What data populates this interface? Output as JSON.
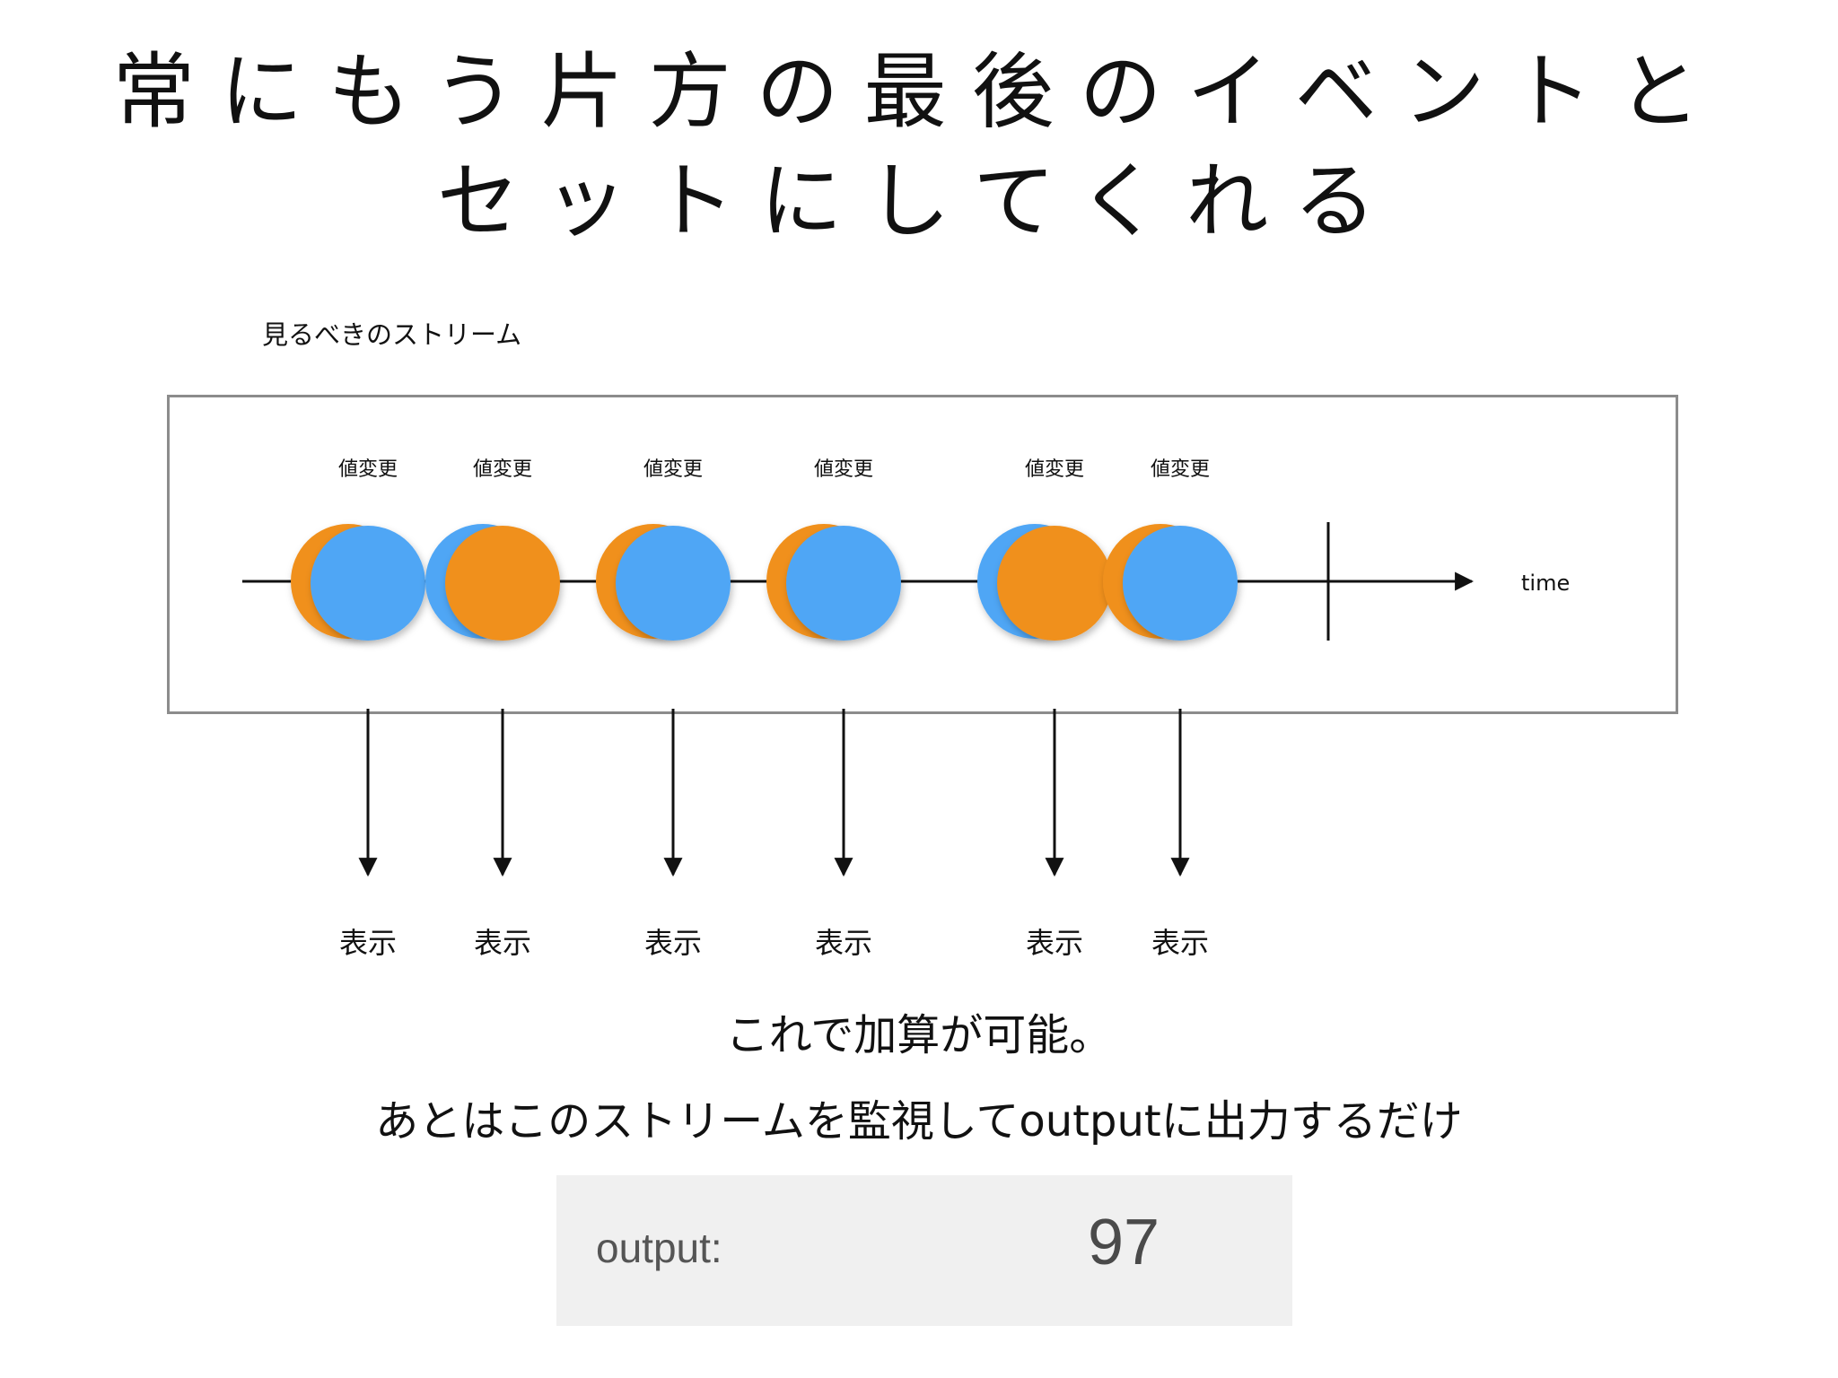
{
  "title": {
    "line1": "常にもう片方の最後のイベントと",
    "line2": "セットにしてくれる"
  },
  "stream_label": "見るべきのストリーム",
  "timeline": {
    "axis_label": "time",
    "event_label": "値変更",
    "output_label": "表示",
    "events": [
      {
        "label": "値変更",
        "back": "orange",
        "front": "blue",
        "output": "表示"
      },
      {
        "label": "値変更",
        "back": "blue",
        "front": "orange",
        "output": "表示"
      },
      {
        "label": "値変更",
        "back": "orange",
        "front": "blue",
        "output": "表示"
      },
      {
        "label": "値変更",
        "back": "orange",
        "front": "blue",
        "output": "表示"
      },
      {
        "label": "値変更",
        "back": "blue",
        "front": "orange",
        "output": "表示"
      },
      {
        "label": "値変更",
        "back": "orange",
        "front": "blue",
        "output": "表示"
      }
    ]
  },
  "colors": {
    "orange": "#f0901e",
    "blue": "#4fa6f5",
    "axis": "#111111",
    "box_border": "#8c8c8c"
  },
  "summary": "これで加算が可能。",
  "instruction": "あとはこのストリームを監視してoutputに出力するだけ",
  "output_panel": {
    "label": "output:",
    "value": "97"
  }
}
